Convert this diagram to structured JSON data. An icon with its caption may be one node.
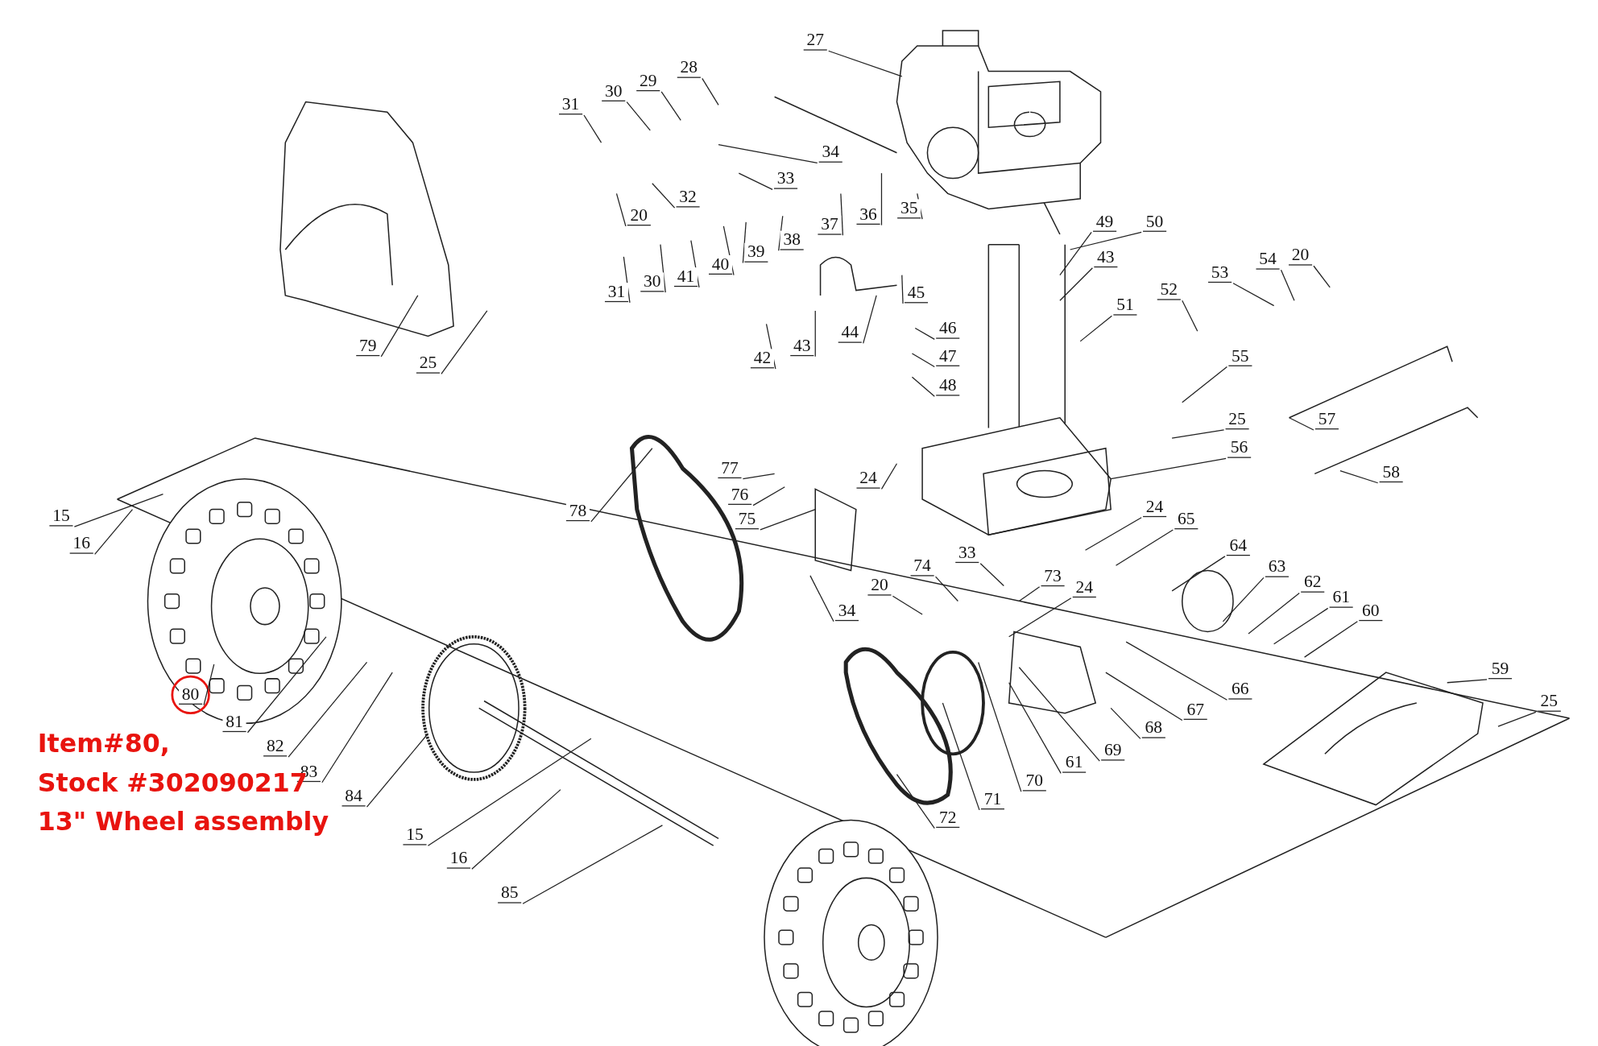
{
  "diagram": {
    "nodes": [
      {
        "text": [
          "27"
        ]
      },
      {
        "text": [
          "31"
        ]
      },
      {
        "text": [
          "30"
        ]
      },
      {
        "text": [
          "29"
        ]
      },
      {
        "text": [
          "28"
        ]
      },
      {
        "text": [
          "34"
        ]
      },
      {
        "text": [
          "33"
        ]
      },
      {
        "text": [
          "20"
        ]
      },
      {
        "text": [
          "32"
        ]
      },
      {
        "text": [
          "37"
        ]
      },
      {
        "text": [
          "36"
        ]
      },
      {
        "text": [
          "35"
        ]
      },
      {
        "text": [
          "39"
        ]
      },
      {
        "text": [
          "38"
        ]
      },
      {
        "text": [
          "40"
        ]
      },
      {
        "text": [
          "41"
        ]
      },
      {
        "text": [
          "31"
        ]
      },
      {
        "text": [
          "30"
        ]
      },
      {
        "text": [
          "49"
        ]
      },
      {
        "text": [
          "50"
        ]
      },
      {
        "text": [
          "43"
        ]
      },
      {
        "text": [
          "45"
        ]
      },
      {
        "text": [
          "44"
        ]
      },
      {
        "text": [
          "42"
        ]
      },
      {
        "text": [
          "43"
        ]
      },
      {
        "text": [
          "46"
        ]
      },
      {
        "text": [
          "47"
        ]
      },
      {
        "text": [
          "48"
        ]
      },
      {
        "text": [
          "51"
        ]
      },
      {
        "text": [
          "52"
        ]
      },
      {
        "text": [
          "53"
        ]
      },
      {
        "text": [
          "54"
        ]
      },
      {
        "text": [
          "20"
        ]
      },
      {
        "text": [
          "55"
        ]
      },
      {
        "text": [
          "25"
        ]
      },
      {
        "text": [
          "56"
        ]
      },
      {
        "text": [
          "57"
        ]
      },
      {
        "text": [
          "58"
        ]
      },
      {
        "text": [
          "79"
        ]
      },
      {
        "text": [
          "25"
        ]
      },
      {
        "text": [
          "78"
        ]
      },
      {
        "text": [
          "77"
        ]
      },
      {
        "text": [
          "76"
        ]
      },
      {
        "text": [
          "75"
        ]
      },
      {
        "text": [
          "24"
        ]
      },
      {
        "text": [
          "24"
        ]
      },
      {
        "text": [
          "65"
        ]
      },
      {
        "text": [
          "64"
        ]
      },
      {
        "text": [
          "63"
        ]
      },
      {
        "text": [
          "62"
        ]
      },
      {
        "text": [
          "61"
        ]
      },
      {
        "text": [
          "60"
        ]
      },
      {
        "text": [
          "15"
        ]
      },
      {
        "text": [
          "16"
        ]
      },
      {
        "text": [
          "34"
        ]
      },
      {
        "text": [
          "33"
        ]
      },
      {
        "text": [
          "74"
        ]
      },
      {
        "text": [
          "20"
        ]
      },
      {
        "text": [
          "73"
        ]
      },
      {
        "text": [
          "24"
        ]
      },
      {
        "text": [
          "59"
        ]
      },
      {
        "text": [
          "25"
        ]
      },
      {
        "text": [
          "66"
        ]
      },
      {
        "text": [
          "67"
        ]
      },
      {
        "text": [
          "68"
        ]
      },
      {
        "text": [
          "69"
        ]
      },
      {
        "text": [
          "61"
        ]
      },
      {
        "text": [
          "70"
        ]
      },
      {
        "text": [
          "71"
        ]
      },
      {
        "text": [
          "72"
        ]
      },
      {
        "text": [
          "80"
        ]
      },
      {
        "text": [
          "81"
        ]
      },
      {
        "text": [
          "82"
        ]
      },
      {
        "text": [
          "83"
        ]
      },
      {
        "text": [
          "84"
        ]
      },
      {
        "text": [
          "15"
        ]
      },
      {
        "text": [
          "16"
        ]
      },
      {
        "text": [
          "85"
        ]
      }
    ],
    "edges": [
      {
        "from": 0,
        "to": null,
        "arrow": "none"
      },
      {
        "from": 1,
        "to": null,
        "arrow": "none"
      },
      {
        "from": 2,
        "to": null,
        "arrow": "none"
      },
      {
        "from": 3,
        "to": null,
        "arrow": "none"
      },
      {
        "from": 4,
        "to": null,
        "arrow": "none"
      },
      {
        "from": 5,
        "to": null,
        "arrow": "none"
      },
      {
        "from": 6,
        "to": null,
        "arrow": "none"
      },
      {
        "from": 7,
        "to": null,
        "arrow": "none"
      },
      {
        "from": 8,
        "to": null,
        "arrow": "none"
      },
      {
        "from": 9,
        "to": null,
        "arrow": "none"
      },
      {
        "from": 10,
        "to": null,
        "arrow": "none"
      },
      {
        "from": 11,
        "to": null,
        "arrow": "none"
      },
      {
        "from": 12,
        "to": null,
        "arrow": "none"
      },
      {
        "from": 13,
        "to": null,
        "arrow": "none"
      },
      {
        "from": 14,
        "to": null,
        "arrow": "none"
      },
      {
        "from": 15,
        "to": null,
        "arrow": "none"
      },
      {
        "from": 16,
        "to": null,
        "arrow": "none"
      },
      {
        "from": 17,
        "to": null,
        "arrow": "none"
      },
      {
        "from": 18,
        "to": null,
        "arrow": "none"
      },
      {
        "from": 19,
        "to": null,
        "arrow": "none"
      },
      {
        "from": 20,
        "to": null,
        "arrow": "none"
      },
      {
        "from": 21,
        "to": null,
        "arrow": "none"
      },
      {
        "from": 22,
        "to": null,
        "arrow": "none"
      },
      {
        "from": 23,
        "to": null,
        "arrow": "none"
      },
      {
        "from": 24,
        "to": null,
        "arrow": "none"
      },
      {
        "from": 25,
        "to": null,
        "arrow": "none"
      },
      {
        "from": 26,
        "to": null,
        "arrow": "none"
      },
      {
        "from": 27,
        "to": null,
        "arrow": "none"
      },
      {
        "from": 28,
        "to": null,
        "arrow": "none"
      },
      {
        "from": 29,
        "to": null,
        "arrow": "none"
      },
      {
        "from": 30,
        "to": null,
        "arrow": "none"
      },
      {
        "from": 31,
        "to": null,
        "arrow": "none"
      },
      {
        "from": 32,
        "to": null,
        "arrow": "none"
      },
      {
        "from": 33,
        "to": null,
        "arrow": "none"
      },
      {
        "from": 34,
        "to": null,
        "arrow": "none"
      },
      {
        "from": 35,
        "to": null,
        "arrow": "none"
      },
      {
        "from": 36,
        "to": null,
        "arrow": "none"
      },
      {
        "from": 37,
        "to": null,
        "arrow": "none"
      },
      {
        "from": 38,
        "to": null,
        "arrow": "none"
      },
      {
        "from": 39,
        "to": null,
        "arrow": "none"
      },
      {
        "from": 40,
        "to": null,
        "arrow": "none"
      },
      {
        "from": 41,
        "to": null,
        "arrow": "none"
      },
      {
        "from": 42,
        "to": null,
        "arrow": "none"
      },
      {
        "from": 43,
        "to": null,
        "arrow": "none"
      },
      {
        "from": 44,
        "to": null,
        "arrow": "none"
      },
      {
        "from": 45,
        "to": null,
        "arrow": "none"
      },
      {
        "from": 46,
        "to": null,
        "arrow": "none"
      },
      {
        "from": 47,
        "to": null,
        "arrow": "none"
      },
      {
        "from": 48,
        "to": null,
        "arrow": "none"
      },
      {
        "from": 49,
        "to": null,
        "arrow": "none"
      },
      {
        "from": 50,
        "to": null,
        "arrow": "none"
      },
      {
        "from": 51,
        "to": null,
        "arrow": "none"
      },
      {
        "from": 52,
        "to": null,
        "arrow": "none"
      },
      {
        "from": 53,
        "to": null,
        "arrow": "none"
      },
      {
        "from": 54,
        "to": null,
        "arrow": "none"
      },
      {
        "from": 55,
        "to": null,
        "arrow": "none"
      },
      {
        "from": 56,
        "to": null,
        "arrow": "none"
      },
      {
        "from": 57,
        "to": null,
        "arrow": "none"
      },
      {
        "from": 58,
        "to": null,
        "arrow": "none"
      },
      {
        "from": 59,
        "to": null,
        "arrow": "none"
      },
      {
        "from": 60,
        "to": null,
        "arrow": "none"
      },
      {
        "from": 61,
        "to": null,
        "arrow": "none"
      },
      {
        "from": 62,
        "to": null,
        "arrow": "none"
      },
      {
        "from": 63,
        "to": null,
        "arrow": "none"
      },
      {
        "from": 64,
        "to": null,
        "arrow": "none"
      },
      {
        "from": 65,
        "to": null,
        "arrow": "none"
      },
      {
        "from": 66,
        "to": null,
        "arrow": "none"
      },
      {
        "from": 67,
        "to": null,
        "arrow": "none"
      },
      {
        "from": 68,
        "to": null,
        "arrow": "none"
      },
      {
        "from": 69,
        "to": null,
        "arrow": "none"
      },
      {
        "from": 70,
        "to": null,
        "arrow": "none"
      },
      {
        "from": 71,
        "to": null,
        "arrow": "none"
      },
      {
        "from": 72,
        "to": null,
        "arrow": "none"
      },
      {
        "from": 73,
        "to": null,
        "arrow": "none"
      },
      {
        "from": 74,
        "to": null,
        "arrow": "none"
      },
      {
        "from": 75,
        "to": null,
        "arrow": "none"
      },
      {
        "from": 76,
        "to": null,
        "arrow": "none"
      },
      {
        "from": 77,
        "to": null,
        "arrow": "none"
      }
    ],
    "labels": [
      "Item#80,",
      "Stock #302090217",
      "13\" Wheel assembly"
    ]
  }
}
